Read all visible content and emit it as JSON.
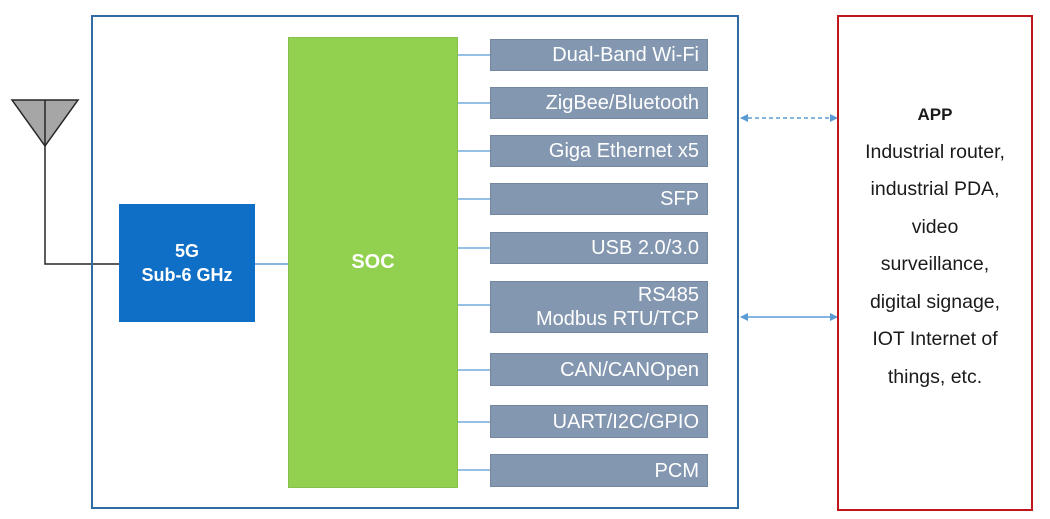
{
  "modem": {
    "line1": "5G",
    "line2": "Sub-6 GHz"
  },
  "soc": {
    "label": "SOC"
  },
  "interfaces": [
    {
      "lines": [
        "Dual-Band Wi-Fi"
      ]
    },
    {
      "lines": [
        "ZigBee/Bluetooth"
      ]
    },
    {
      "lines": [
        "Giga Ethernet x5"
      ]
    },
    {
      "lines": [
        "SFP"
      ]
    },
    {
      "lines": [
        "USB 2.0/3.0"
      ]
    },
    {
      "lines": [
        "RS485",
        "Modbus RTU/TCP"
      ]
    },
    {
      "lines": [
        "CAN/CANOpen"
      ]
    },
    {
      "lines": [
        "UART/I2C/GPIO"
      ]
    },
    {
      "lines": [
        "PCM"
      ]
    }
  ],
  "app": {
    "title": "APP",
    "lines": [
      "Industrial router,",
      "industrial PDA,",
      "video",
      "surveillance,",
      "digital signage,",
      "IOT Internet of",
      "things, etc."
    ]
  },
  "colors": {
    "frame": "#2e6ca3",
    "app_frame": "#c0151b",
    "soc": "#92d050",
    "modem": "#0f6fc6",
    "interface": "#8497b0",
    "connector": "#5b9bd5"
  },
  "icons": {
    "antenna": "antenna-icon"
  }
}
